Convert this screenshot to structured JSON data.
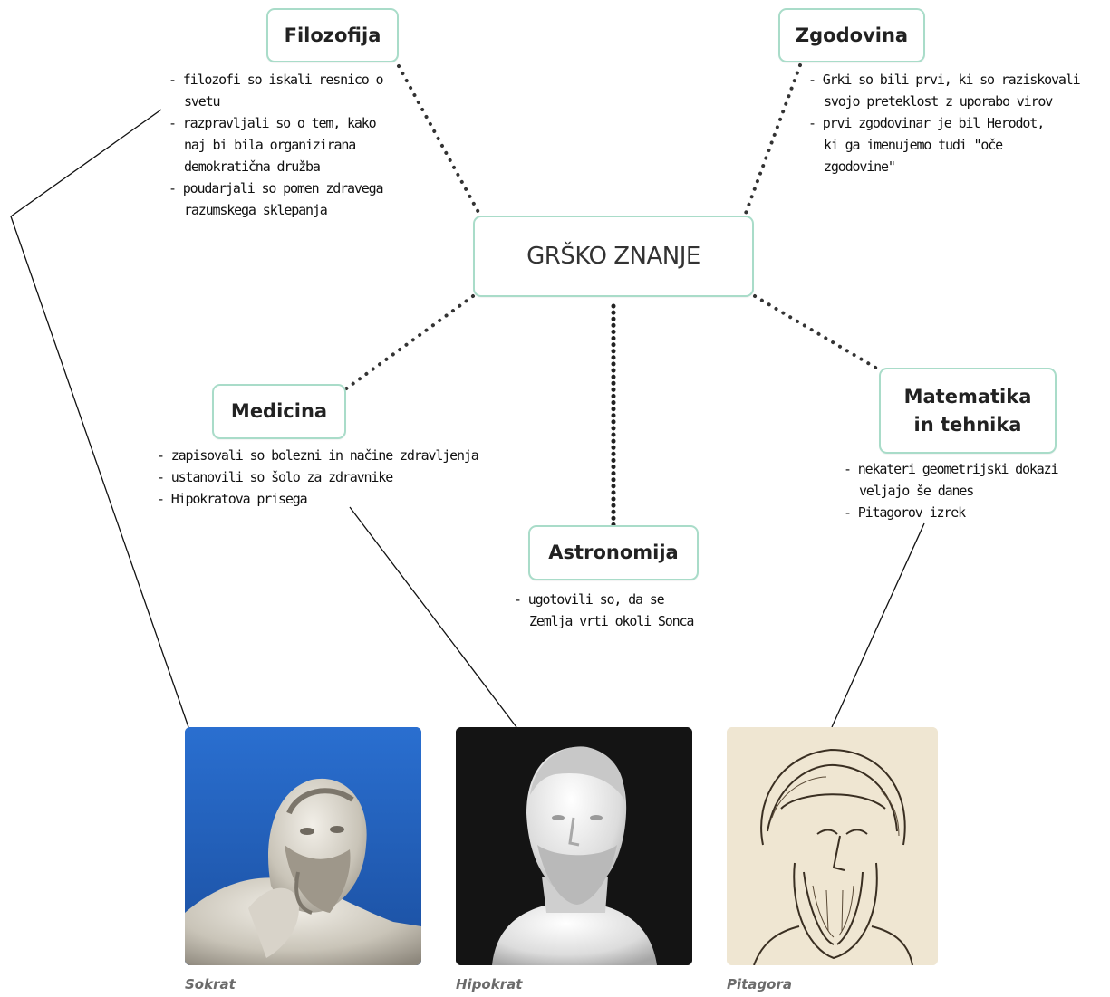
{
  "center": {
    "title": "GRŠKO ZNANJE"
  },
  "topics": {
    "filozofija": {
      "title": "Filozofija",
      "notes": [
        "filozofi so iskali resnico o\nsvetu",
        "razpravljali so o tem, kako\nnaj bi bila organizirana\ndemokratična družba",
        "poudarjali so pomen zdravega\nrazumskega sklepanja"
      ]
    },
    "zgodovina": {
      "title": "Zgodovina",
      "notes": [
        "Grki so bili prvi, ki so raziskovali\nsvojo preteklost z uporabo virov",
        "prvi zgodovinar je bil Herodot,\nki ga imenujemo tudi \"oče\nzgodovine\""
      ]
    },
    "medicina": {
      "title": "Medicina",
      "notes": [
        "zapisovali so bolezni in načine zdravljenja",
        "ustanovili so šolo za zdravnike",
        "Hipokratova prisega"
      ]
    },
    "astronomija": {
      "title": "Astronomija",
      "notes": [
        "ugotovili so, da se\nZemlja vrti okoli Sonca"
      ]
    },
    "matematika": {
      "title_line1": "Matematika",
      "title_line2": "in tehnika",
      "notes": [
        "nekateri geometrijski dokazi\nveljajo še danes",
        "Pitagorov izrek"
      ]
    }
  },
  "portraits": [
    {
      "caption": "Sokrat",
      "background": "#1f5fb8"
    },
    {
      "caption": "Hipokrat",
      "background": "#141414"
    },
    {
      "caption": "Pitagora",
      "background": "#efe6d2"
    }
  ],
  "colors": {
    "box_border": "#a9dcc9",
    "dotted_connector": "#333333",
    "pointer_line": "#111111",
    "caption": "#6b6b6b"
  }
}
